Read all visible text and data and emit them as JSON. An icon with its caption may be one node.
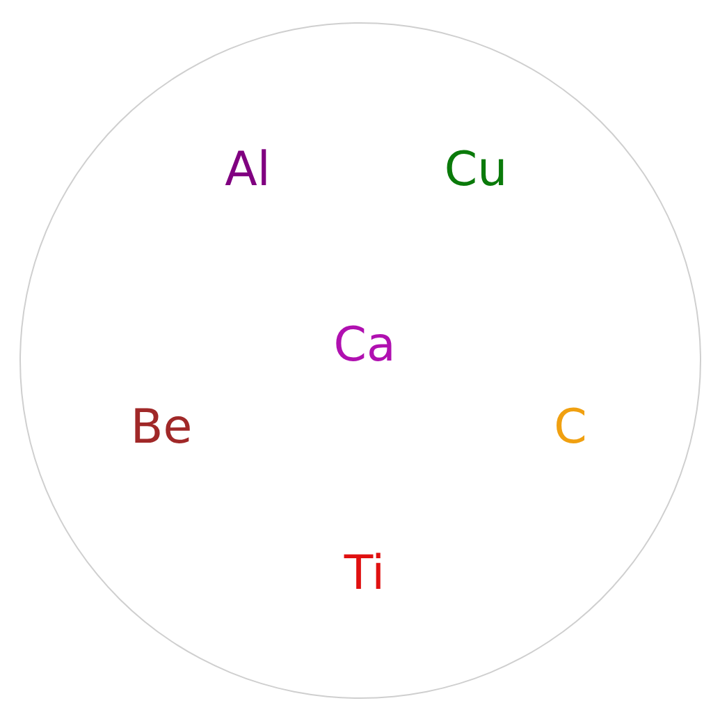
{
  "diagram": {
    "nodes": [
      {
        "text": [],
        "shape": "circle"
      }
    ],
    "labels": [
      "Al",
      "Cu",
      "Ca",
      "Be",
      "C",
      "Ti"
    ]
  }
}
